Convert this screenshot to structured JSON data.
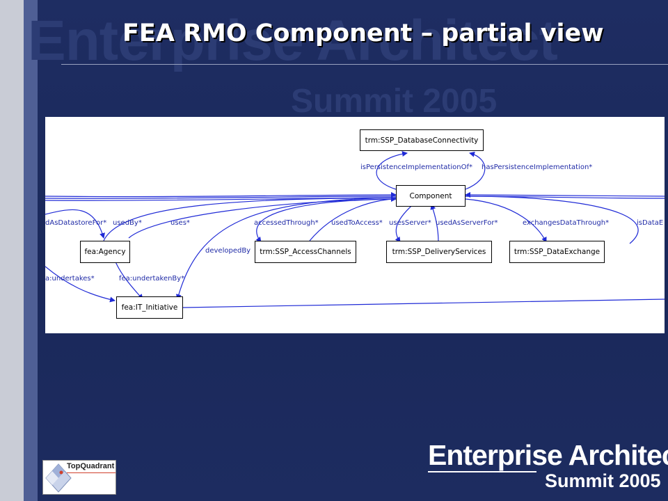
{
  "slide": {
    "title": "FEA RMO Component – partial view",
    "watermark_line1": "Enterprise Architect",
    "watermark_line2": "Summit 2005"
  },
  "diagram": {
    "nodes": {
      "db_connectivity": "trm:SSP_DatabaseConnectivity",
      "component": "Component",
      "agency": "fea:Agency",
      "access_channels": "trm:SSP_AccessChannels",
      "delivery_services": "trm:SSP_DeliveryServices",
      "data_exchange": "trm:SSP_DataExchange",
      "it_initiative": "fea:IT_Initiative"
    },
    "edges": {
      "is_persistence_impl_of": "isPersistenceImplementationOf*",
      "has_persistence_impl": "hasPersistenceImplementation*",
      "used_as_datastore_for": "dAsDatastoreFor*",
      "used_by": "usedBy*",
      "uses": "uses*",
      "accessed_through": "accessedThrough*",
      "used_to_access": "usedToAccess*",
      "uses_server": "usesServer*",
      "used_as_server_for": "usedAsServerFor*",
      "exchanges_data_through": "exchangesDataThrough*",
      "is_data": "isDataE",
      "developed_by": "developedBy",
      "undertakes": "a:undertakes*",
      "undertaken_by": "fea:undertakenBy*"
    },
    "edge_color": "#1f2ad6"
  },
  "logos": {
    "topquadrant": "TopQuadrant",
    "ea_line1": "Enterprise Architect",
    "ea_line2": "Summit 2005"
  }
}
